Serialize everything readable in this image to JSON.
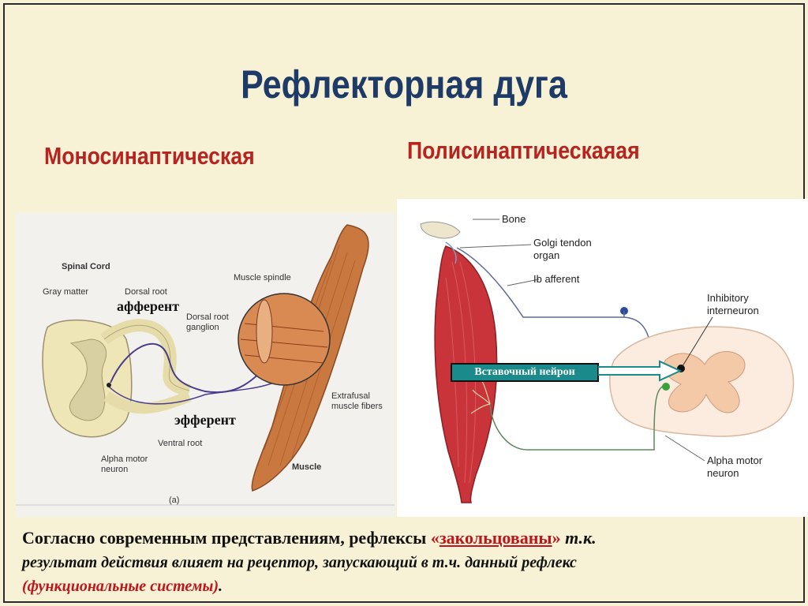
{
  "title": "Рефлекторная дуга",
  "subtitles": {
    "mono": "Моносинаптическая",
    "poly": "Полисинаптическаяая"
  },
  "left_figure": {
    "labels": {
      "spinal_cord": "Spinal Cord",
      "gray_matter": "Gray matter",
      "dorsal_root": "Dorsal root",
      "dorsal_root_ganglion_1": "Dorsal root",
      "dorsal_root_ganglion_2": "ganglion",
      "muscle_spindle": "Muscle spindle",
      "extrafusal_1": "Extrafusal",
      "extrafusal_2": "muscle fibers",
      "ventral_root": "Ventral root",
      "alpha_motor_1": "Alpha motor",
      "alpha_motor_2": "neuron",
      "muscle": "Muscle",
      "panel_tag": "(a)"
    },
    "afferent": "афферент",
    "efferent": "эфферент"
  },
  "right_figure": {
    "labels": {
      "bone": "Bone",
      "golgi_1": "Golgi tendon",
      "golgi_2": "organ",
      "ib_afferent": "Ib afferent",
      "inhibitory_1": "Inhibitory",
      "inhibitory_2": "interneuron",
      "alpha_motor_1": "Alpha motor",
      "alpha_motor_2": "neuron"
    },
    "interneuron_box": "Вставочный нейрон"
  },
  "footer": {
    "line1_a": "Согласно современным представлениям, рефлексы ",
    "line1_q_open": "«",
    "line1_key": "закольцованы",
    "line1_q_close": "»",
    "line1_b": " т.к.",
    "line2": "результат действия влияет на рецептор, запускающий в т.ч. данный рефлекс",
    "line3_a": "(функциональные системы)",
    "line3_b": "."
  },
  "colors": {
    "title": "#1e3a66",
    "subtitle": "#b8221f",
    "background": "#f7f2d6",
    "accent_red": "#c0141a",
    "interneuron_box": "#1a8a8a"
  }
}
